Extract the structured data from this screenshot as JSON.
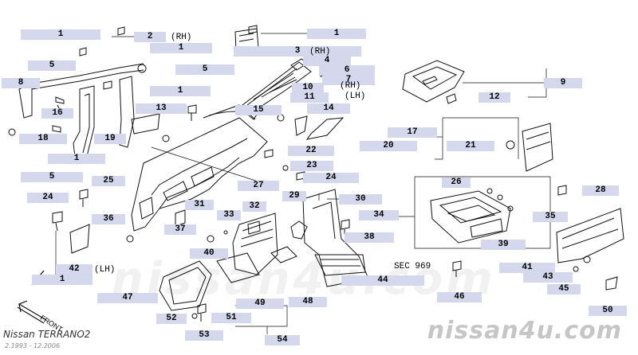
{
  "diagram": {
    "model": "Nissan TERRANO2",
    "dates": "2.1993 - 12.2006",
    "watermark": "nissan4u.com",
    "watermark_ghost": "nissan4u.com",
    "front_label": "FRONT",
    "notes": {
      "rh_2": "(RH)",
      "rh_3": "(RH)",
      "rh_7": "(RH)",
      "lh_7": "(LH)",
      "lh_42": "(LH)",
      "sec": "SEC 969"
    },
    "callouts": [
      {
        "id": "c1a",
        "text": "1"
      },
      {
        "id": "c2",
        "text": "2"
      },
      {
        "id": "c1b",
        "text": "1"
      },
      {
        "id": "c5a",
        "text": "5"
      },
      {
        "id": "c1c",
        "text": "1"
      },
      {
        "id": "c3",
        "text": "3"
      },
      {
        "id": "c4",
        "text": "4"
      },
      {
        "id": "c6",
        "text": "6"
      },
      {
        "id": "c7",
        "text": "7"
      },
      {
        "id": "c5b",
        "text": "5"
      },
      {
        "id": "c8",
        "text": "8"
      },
      {
        "id": "c1d",
        "text": "1"
      },
      {
        "id": "c10",
        "text": "10"
      },
      {
        "id": "c11",
        "text": "11"
      },
      {
        "id": "c9",
        "text": "9"
      },
      {
        "id": "c12",
        "text": "12"
      },
      {
        "id": "c13",
        "text": "13"
      },
      {
        "id": "c15",
        "text": "15"
      },
      {
        "id": "c14",
        "text": "14"
      },
      {
        "id": "c16",
        "text": "16"
      },
      {
        "id": "c17",
        "text": "17"
      },
      {
        "id": "c18",
        "text": "18"
      },
      {
        "id": "c19",
        "text": "19"
      },
      {
        "id": "c20",
        "text": "20"
      },
      {
        "id": "c21",
        "text": "21"
      },
      {
        "id": "c22",
        "text": "22"
      },
      {
        "id": "c1e",
        "text": "1"
      },
      {
        "id": "c23",
        "text": "23"
      },
      {
        "id": "c5c",
        "text": "5"
      },
      {
        "id": "c25",
        "text": "25"
      },
      {
        "id": "c24a",
        "text": "24"
      },
      {
        "id": "c26",
        "text": "26"
      },
      {
        "id": "c27",
        "text": "27"
      },
      {
        "id": "c28",
        "text": "28"
      },
      {
        "id": "c24b",
        "text": "24"
      },
      {
        "id": "c29",
        "text": "29"
      },
      {
        "id": "c30",
        "text": "30"
      },
      {
        "id": "c31",
        "text": "31"
      },
      {
        "id": "c32",
        "text": "32"
      },
      {
        "id": "c33",
        "text": "33"
      },
      {
        "id": "c34",
        "text": "34"
      },
      {
        "id": "c35",
        "text": "35"
      },
      {
        "id": "c36",
        "text": "36"
      },
      {
        "id": "c37",
        "text": "37"
      },
      {
        "id": "c38",
        "text": "38"
      },
      {
        "id": "c39",
        "text": "39"
      },
      {
        "id": "c40",
        "text": "40"
      },
      {
        "id": "c41",
        "text": "41"
      },
      {
        "id": "c42",
        "text": "42"
      },
      {
        "id": "c43",
        "text": "43"
      },
      {
        "id": "c1f",
        "text": "1"
      },
      {
        "id": "c44",
        "text": "44"
      },
      {
        "id": "c45",
        "text": "45"
      },
      {
        "id": "c46",
        "text": "46"
      },
      {
        "id": "c47",
        "text": "47"
      },
      {
        "id": "c48",
        "text": "48"
      },
      {
        "id": "c49",
        "text": "49"
      },
      {
        "id": "c50",
        "text": "50"
      },
      {
        "id": "c51",
        "text": "51"
      },
      {
        "id": "c52",
        "text": "52"
      },
      {
        "id": "c53",
        "text": "53"
      },
      {
        "id": "c54",
        "text": "54"
      }
    ]
  }
}
